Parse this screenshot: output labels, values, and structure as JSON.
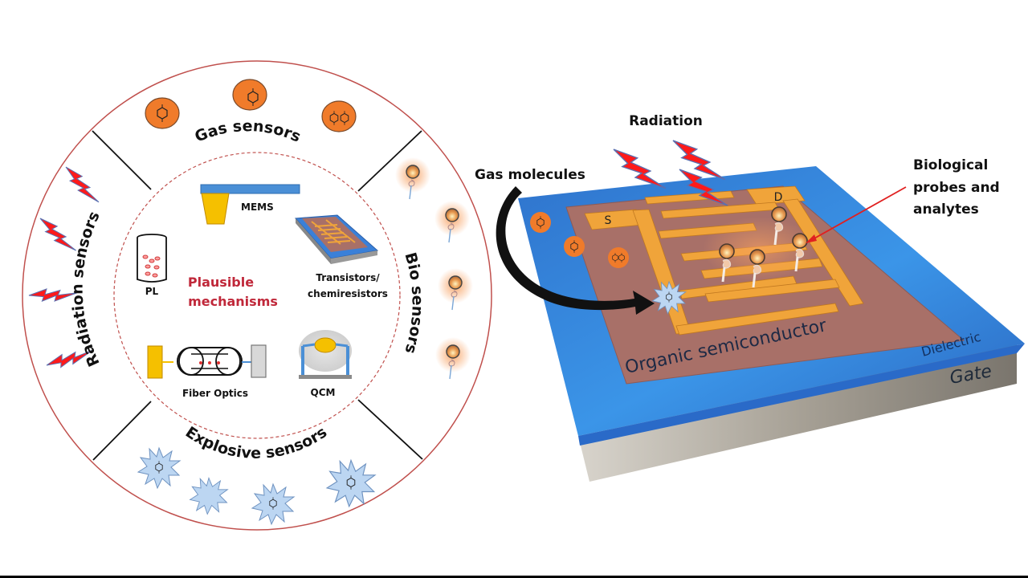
{
  "left_wheel": {
    "segments": {
      "gas": "Gas sensors",
      "bio": "Bio sensors",
      "explosive": "Explosive sensors",
      "radiation": "Radiation sensors"
    },
    "center_title_line1": "Plausible",
    "center_title_line2": "mechanisms",
    "mechanisms": {
      "mems": "MEMS",
      "pl": "PL",
      "transistors_line1": "Transistors/",
      "transistors_line2": "chemiresistors",
      "fiber": "Fiber Optics",
      "qcm": "QCM"
    }
  },
  "device": {
    "radiation": "Radiation",
    "gas_molecules": "Gas molecules",
    "bio_line1": "Biological",
    "bio_line2": "probes and",
    "bio_line3": "analytes",
    "source": "S",
    "drain": "D",
    "semiconductor": "Organic semiconductor",
    "dielectric": "Dielectric",
    "gate": "Gate"
  },
  "colors": {
    "ring": "#c0504d",
    "accent_red": "#c0283a",
    "orange": "#f07b2a",
    "blue": "#3a7fd5",
    "gold": "#f0a43a",
    "semiconductor": "#a87068",
    "lightning": "#ff1a1a",
    "explosive": "#b7d4f0"
  }
}
